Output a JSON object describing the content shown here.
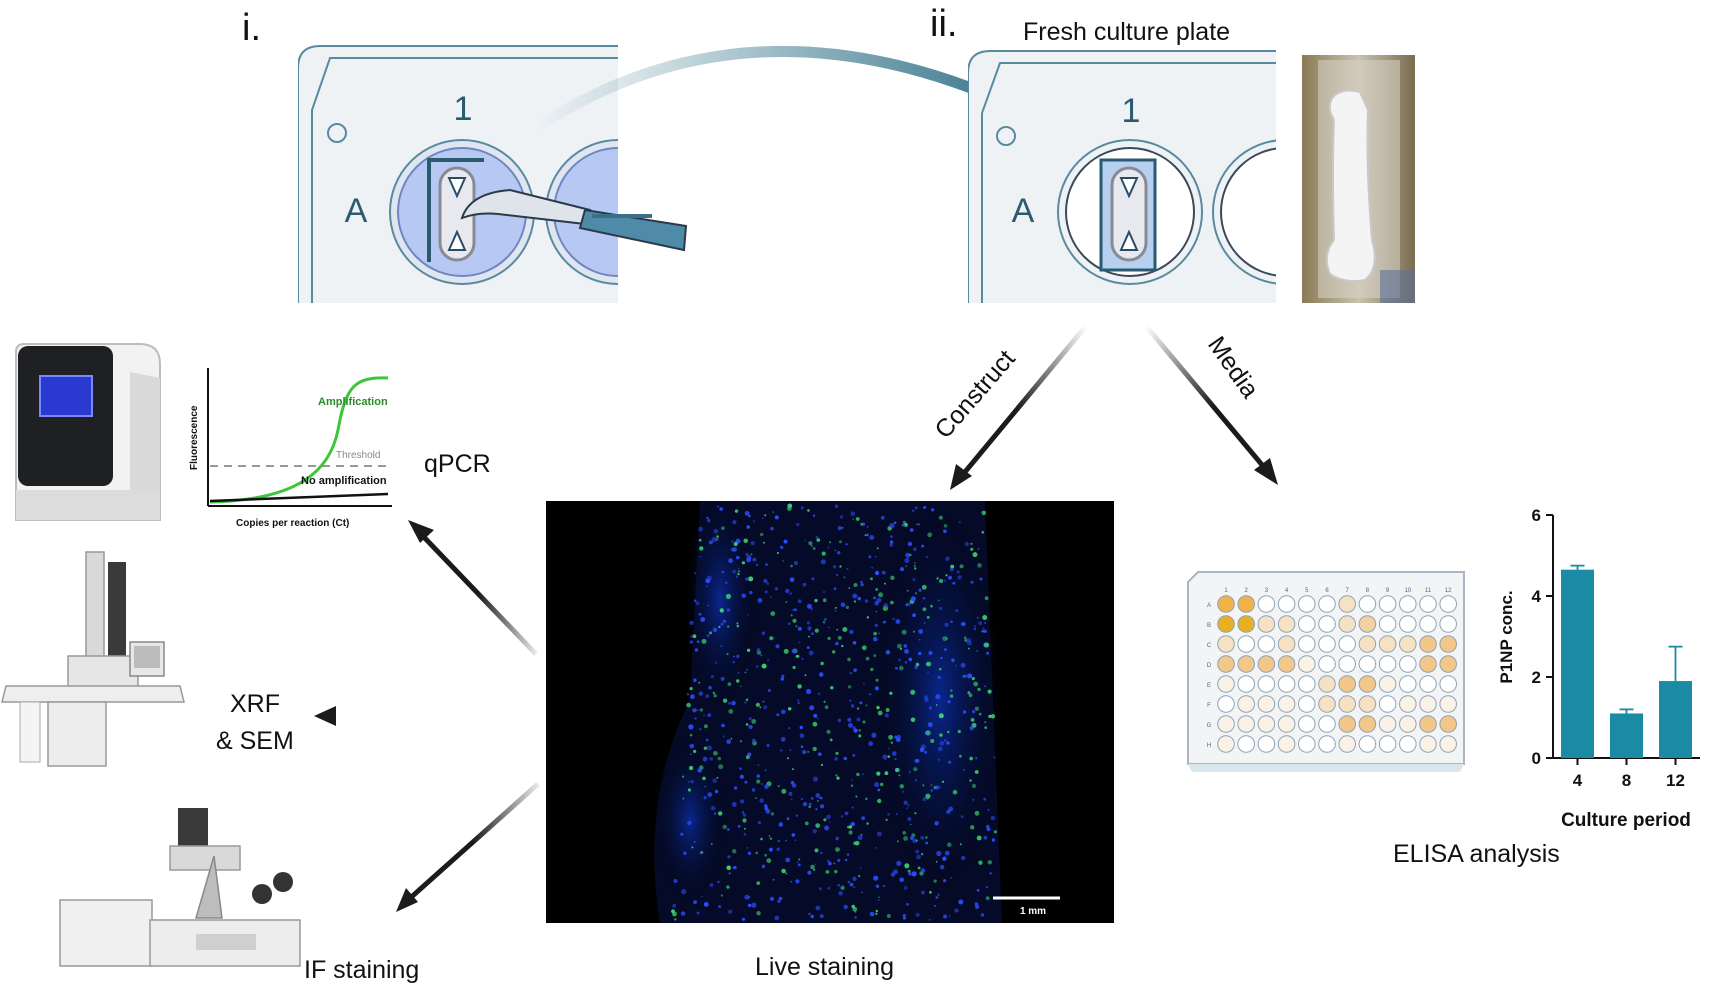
{
  "steps": {
    "step1": {
      "numeral": "i.",
      "row_label": "A",
      "col_label": "1"
    },
    "step2": {
      "numeral": "ii.",
      "title": "Fresh culture plate",
      "row_label": "A",
      "col_label": "1"
    }
  },
  "flow_labels": {
    "construct": "Construct",
    "media": "Media"
  },
  "qpcr": {
    "label": "qPCR",
    "chart": {
      "ylabel": "Fluorescence",
      "xlabel": "Copies per reaction (Ct)",
      "amplification": "Amplification",
      "threshold": "Threshold",
      "no_amplification": "No amplification"
    }
  },
  "xrf": {
    "line1": "XRF",
    "line2": "& SEM"
  },
  "if_staining": {
    "label": "IF staining"
  },
  "live_staining": {
    "label": "Live staining",
    "scalebar": "1 mm"
  },
  "elisa": {
    "label": "ELISA analysis",
    "plate_cols": [
      "1",
      "2",
      "3",
      "4",
      "5",
      "6",
      "7",
      "8",
      "9",
      "10",
      "11",
      "12"
    ],
    "plate_rows": [
      "A",
      "B",
      "C",
      "D",
      "E",
      "F",
      "G",
      "H"
    ]
  },
  "chart_data": {
    "type": "bar",
    "categories": [
      "4",
      "8",
      "12"
    ],
    "values": [
      4.65,
      1.1,
      1.9
    ],
    "errors": [
      0.1,
      0.1,
      0.85
    ],
    "xlabel": "Culture period",
    "ylabel": "P1NP conc.",
    "ylim": [
      0,
      6
    ],
    "yticks": [
      "0",
      "2",
      "4",
      "6"
    ],
    "bar_color": "#1a8aa5"
  },
  "colors": {
    "arrow_dark": "#1b1b1b",
    "arrow_teal": "#2e6f86",
    "plate_line": "#5a8aa0",
    "well_blue": "#b7c8f2",
    "amplification_green": "#3cc63c",
    "label_green": "#2a8a2a"
  }
}
